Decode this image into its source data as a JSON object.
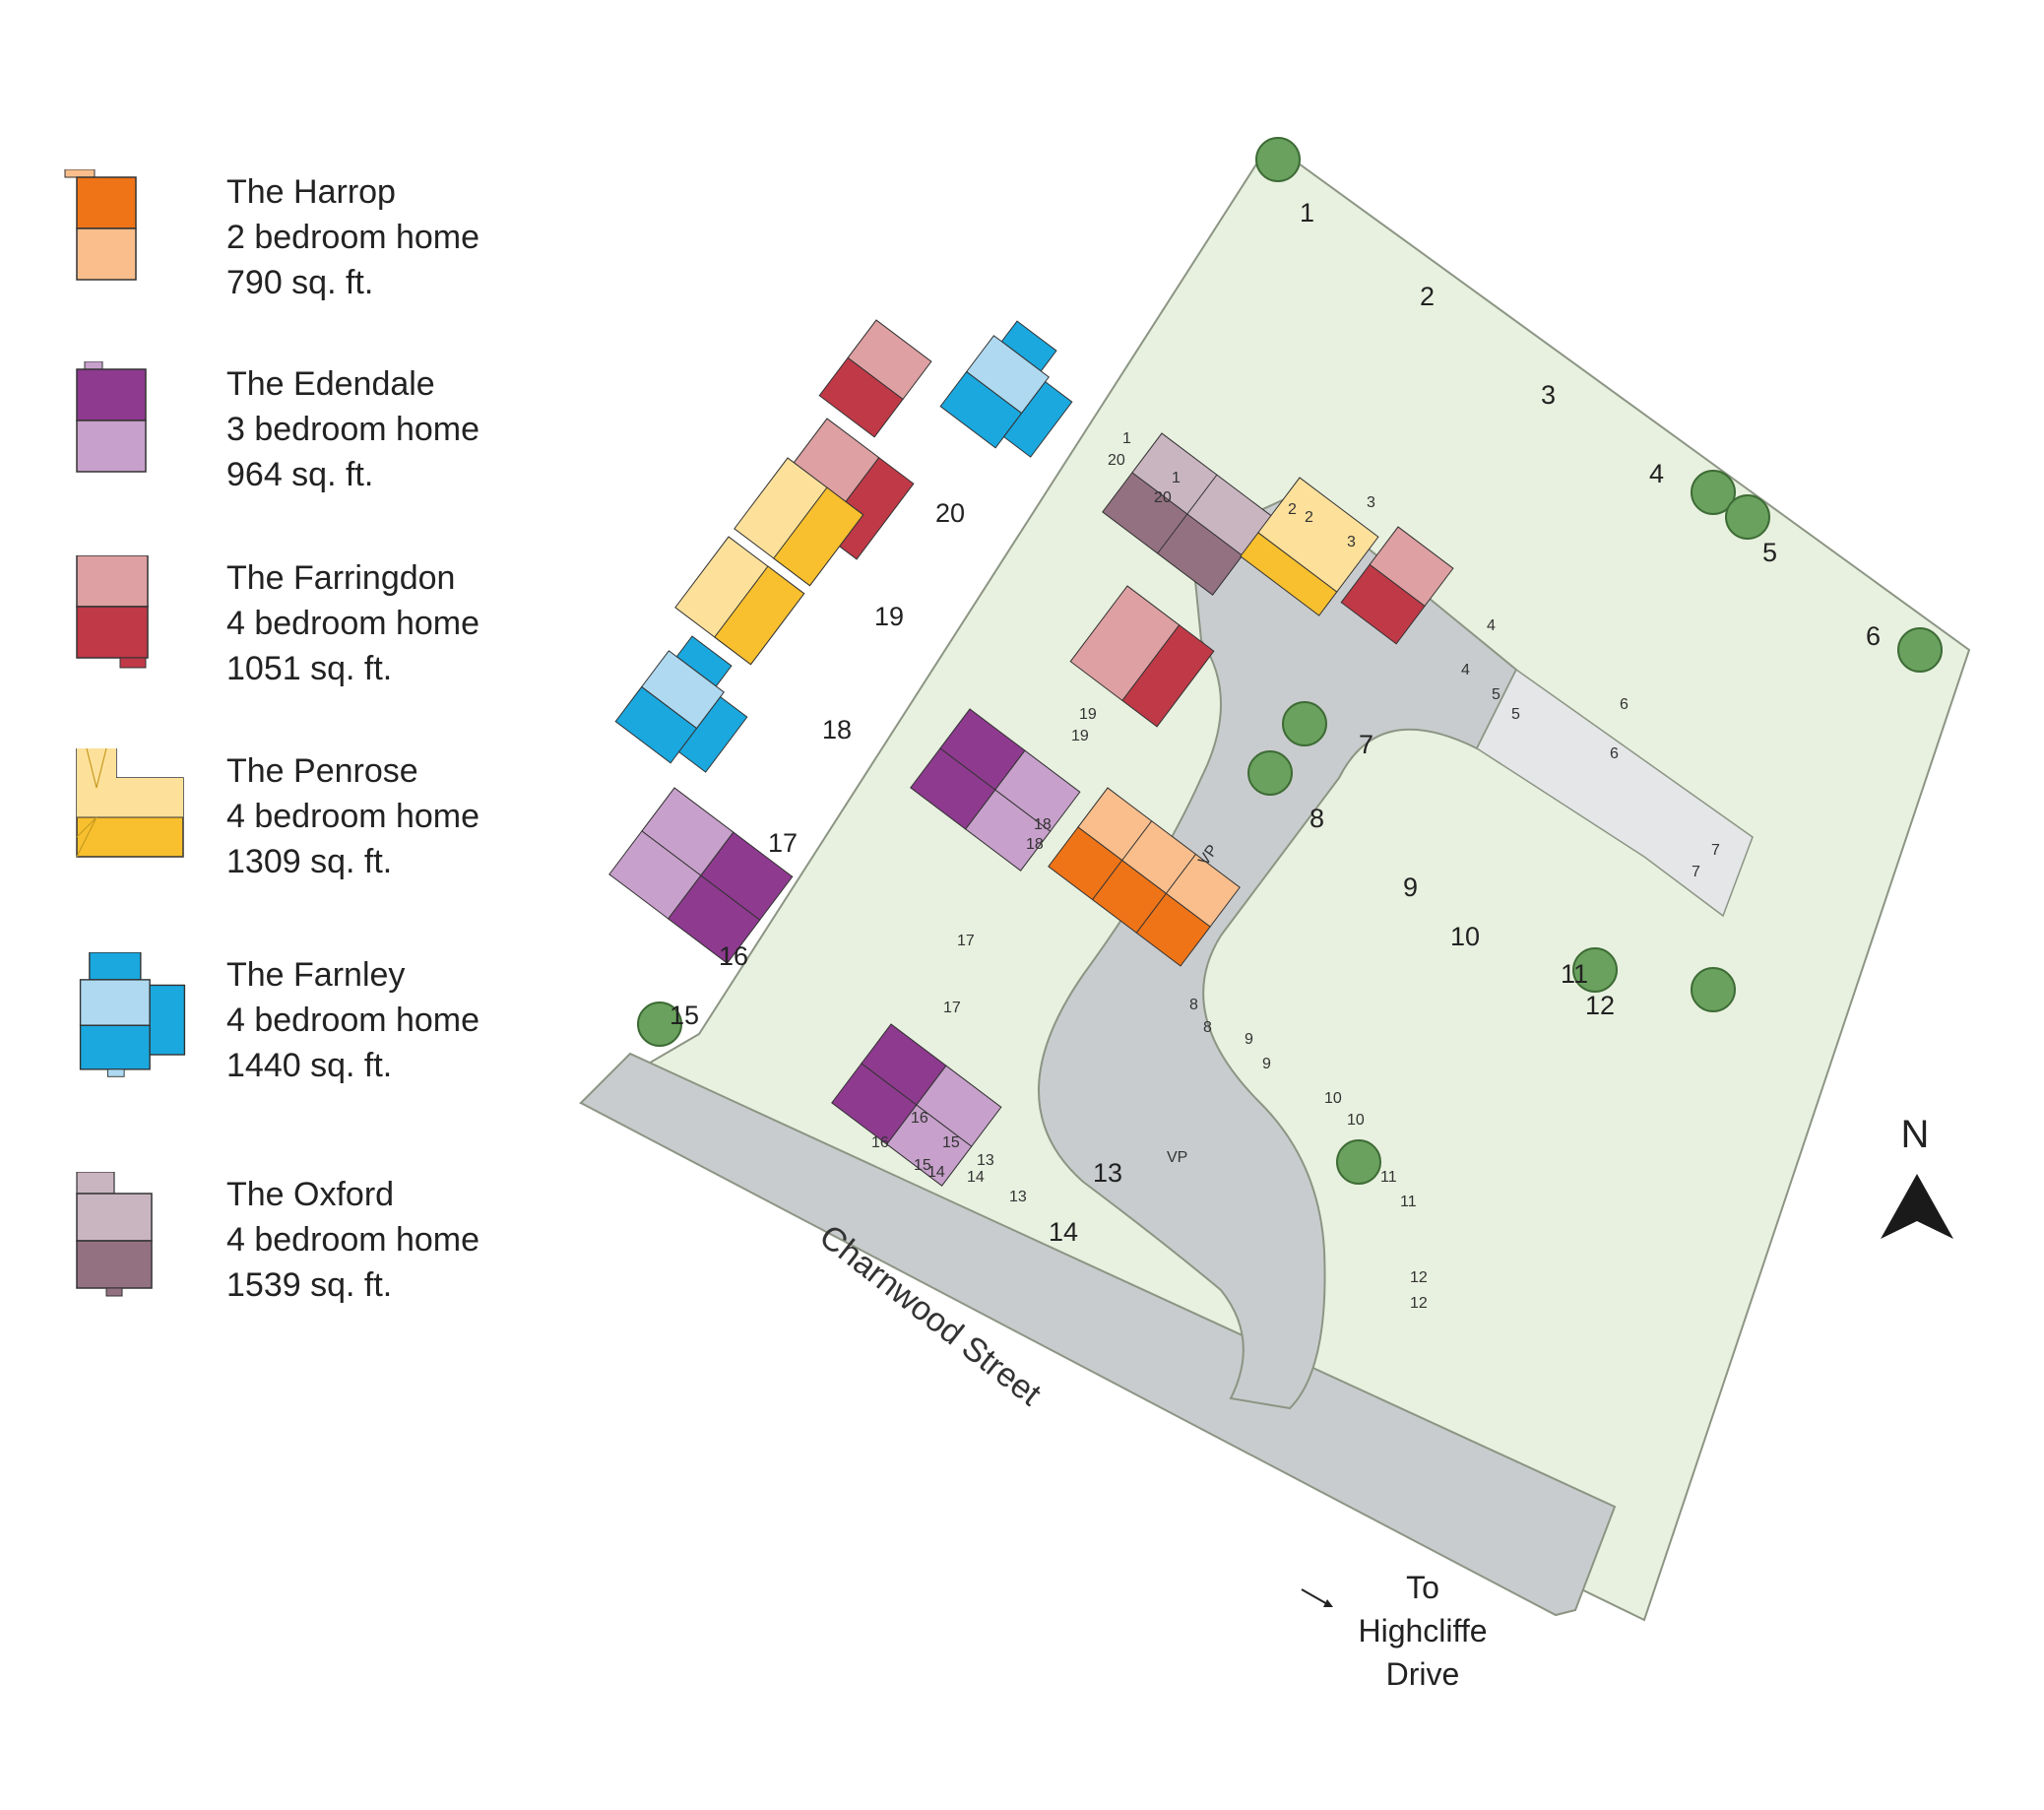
{
  "legend": [
    {
      "name": "The Harrop",
      "bedrooms": "2 bedroom home",
      "size": "790 sq. ft.",
      "roof_dark": "#ee7417",
      "roof_light": "#f9be8c",
      "icon": "harrop-house-icon"
    },
    {
      "name": "The Edendale",
      "bedrooms": "3 bedroom home",
      "size": "964 sq. ft.",
      "roof_dark": "#8e3a8f",
      "roof_light": "#c7a0cb",
      "icon": "edendale-house-icon"
    },
    {
      "name": "The Farringdon",
      "bedrooms": "4 bedroom home",
      "size": "1051 sq. ft.",
      "roof_dark": "#c03947",
      "roof_light": "#dea0a2",
      "icon": "farringdon-house-icon"
    },
    {
      "name": "The Penrose",
      "bedrooms": "4 bedroom home",
      "size": "1309 sq. ft.",
      "roof_dark": "#f8c02e",
      "roof_light": "#fde19b",
      "icon": "penrose-house-icon"
    },
    {
      "name": "The Farnley",
      "bedrooms": "4 bedroom home",
      "size": "1440 sq. ft.",
      "roof_dark": "#1aa8df",
      "roof_light": "#aed9f1",
      "icon": "farnley-house-icon"
    },
    {
      "name": "The Oxford",
      "bedrooms": "4 bedroom home",
      "size": "1539 sq. ft.",
      "roof_dark": "#937180",
      "roof_light": "#c9b5c0",
      "icon": "oxford-house-icon"
    }
  ],
  "plots": [
    {
      "number": "1",
      "type": "The Farringdon"
    },
    {
      "number": "2",
      "type": "The Farnley"
    },
    {
      "number": "3",
      "type": "The Oxford"
    },
    {
      "number": "4",
      "type": "The Penrose"
    },
    {
      "number": "5",
      "type": "The Penrose"
    },
    {
      "number": "6",
      "type": "The Farringdon"
    },
    {
      "number": "7",
      "type": "The Farringdon"
    },
    {
      "number": "8",
      "type": "The Edendale"
    },
    {
      "number": "9",
      "type": "The Edendale"
    },
    {
      "number": "10",
      "type": "The Harrop"
    },
    {
      "number": "11",
      "type": "The Harrop"
    },
    {
      "number": "12",
      "type": "The Harrop"
    },
    {
      "number": "13",
      "type": "The Edendale"
    },
    {
      "number": "14",
      "type": "The Edendale"
    },
    {
      "number": "15",
      "type": "The Edendale"
    },
    {
      "number": "16",
      "type": "The Edendale"
    },
    {
      "number": "17",
      "type": "The Farnley"
    },
    {
      "number": "18",
      "type": "The Penrose"
    },
    {
      "number": "19",
      "type": "The Penrose"
    },
    {
      "number": "20",
      "type": "The Farringdon"
    }
  ],
  "parking": [
    "1",
    "20",
    "1",
    "20",
    "2",
    "2",
    "3",
    "3",
    "4",
    "4",
    "5",
    "5",
    "6",
    "6",
    "7",
    "7",
    "8",
    "8",
    "9",
    "9",
    "10",
    "10",
    "11",
    "11",
    "12",
    "12",
    "13",
    "13",
    "14",
    "14",
    "15",
    "15",
    "16",
    "16",
    "17",
    "17",
    "18",
    "18",
    "19",
    "19"
  ],
  "visitor_parking": [
    "VP",
    "VP"
  ],
  "street_name": "Charnwood Street",
  "north_label": "N",
  "exit": {
    "line1": "To",
    "line2": "Highcliffe",
    "line3": "Drive"
  },
  "colors": {
    "lawn": "#e8f0df",
    "plot_outline": "#9aa38f",
    "road": "#c9ccce",
    "drive": "#e4e6e8",
    "tree": "#6aa15e"
  }
}
